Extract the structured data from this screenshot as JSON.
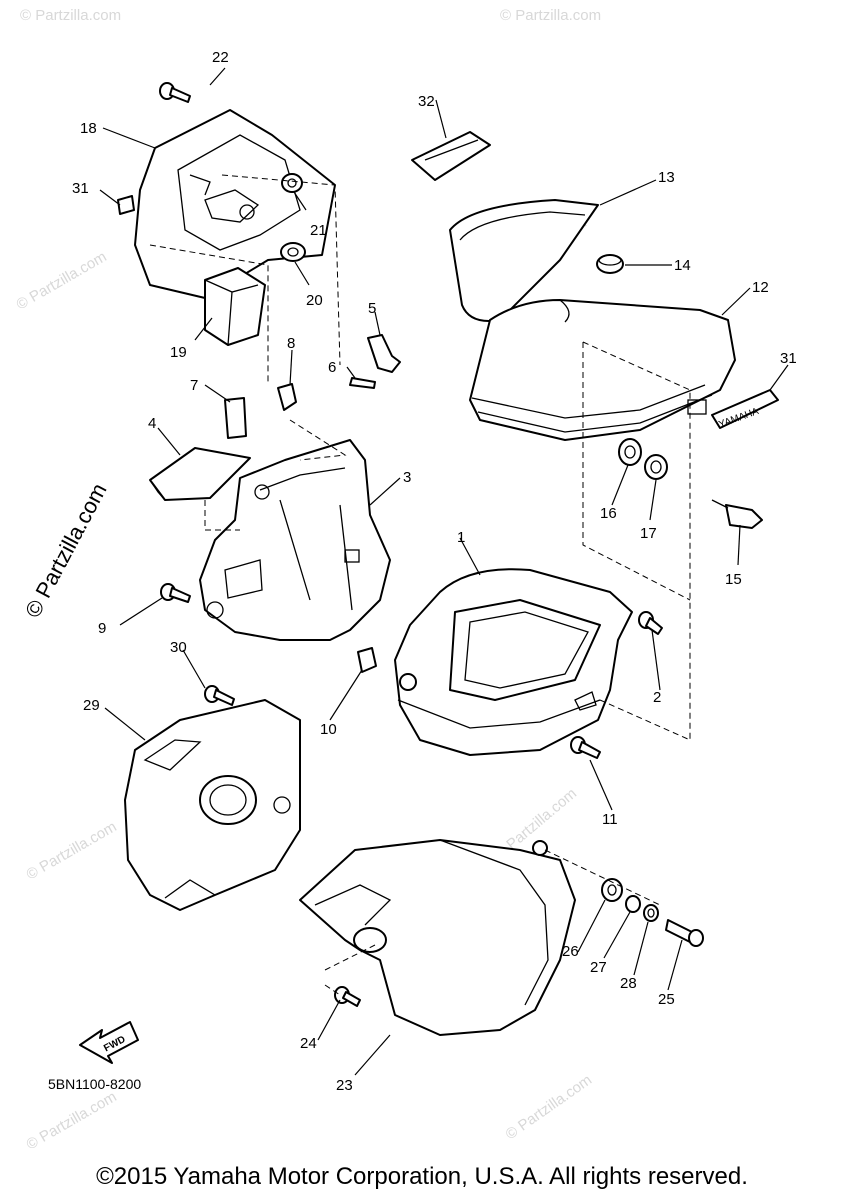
{
  "watermarks": {
    "side": "© Partzilla.com",
    "faint": "© Partzilla.com"
  },
  "callouts": [
    "1",
    "2",
    "3",
    "4",
    "5",
    "6",
    "7",
    "8",
    "9",
    "10",
    "11",
    "12",
    "13",
    "14",
    "15",
    "16",
    "17",
    "18",
    "19",
    "20",
    "21",
    "22",
    "23",
    "24",
    "25",
    "26",
    "27",
    "28",
    "29",
    "30",
    "31",
    "31",
    "32"
  ],
  "decal_text": "YAMAHA",
  "fwd_label": "FWD",
  "catalog_code": "5BN1100-8200",
  "copyright": "©2015 Yamaha Motor Corporation, U.S.A. All rights reserved."
}
